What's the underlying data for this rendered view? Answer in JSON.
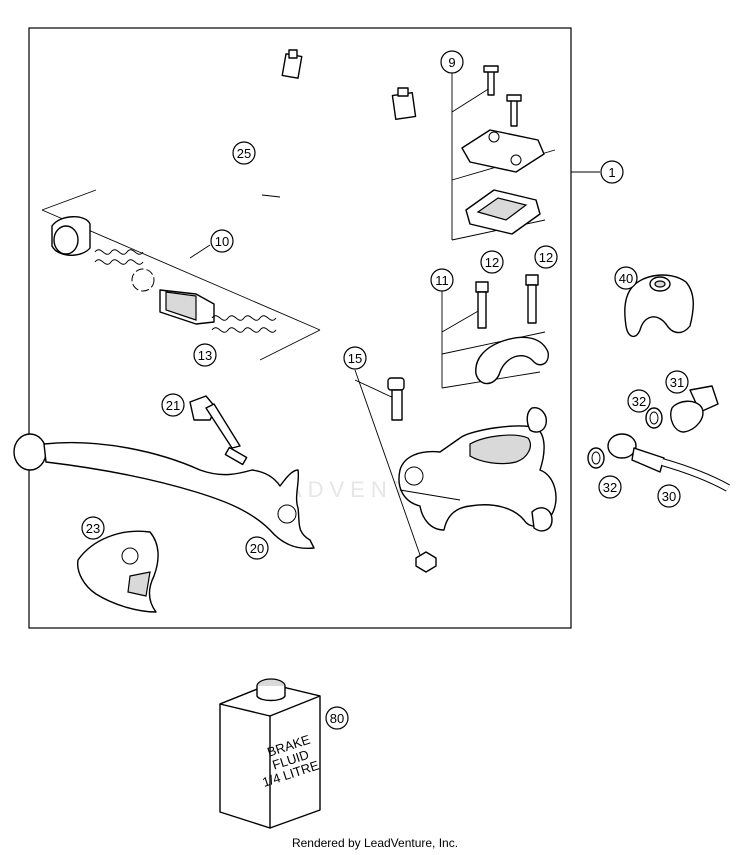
{
  "diagram": {
    "callouts": [
      {
        "id": "c1",
        "label": "1"
      },
      {
        "id": "c9",
        "label": "9"
      },
      {
        "id": "c10",
        "label": "10"
      },
      {
        "id": "c11",
        "label": "11"
      },
      {
        "id": "c12a",
        "label": "12"
      },
      {
        "id": "c12b",
        "label": "12"
      },
      {
        "id": "c13",
        "label": "13"
      },
      {
        "id": "c15",
        "label": "15"
      },
      {
        "id": "c20",
        "label": "20"
      },
      {
        "id": "c21",
        "label": "21"
      },
      {
        "id": "c23",
        "label": "23"
      },
      {
        "id": "c25",
        "label": "25"
      },
      {
        "id": "c30",
        "label": "30"
      },
      {
        "id": "c31",
        "label": "31"
      },
      {
        "id": "c32a",
        "label": "32"
      },
      {
        "id": "c32b",
        "label": "32"
      },
      {
        "id": "c40",
        "label": "40"
      },
      {
        "id": "c80",
        "label": "80"
      }
    ],
    "bottle_label": [
      "BRAKE",
      "FLUID",
      "1/4 LITRE"
    ],
    "watermark": "LEADVENTURE"
  },
  "footer": {
    "text": "Rendered by LeadVenture, Inc."
  }
}
